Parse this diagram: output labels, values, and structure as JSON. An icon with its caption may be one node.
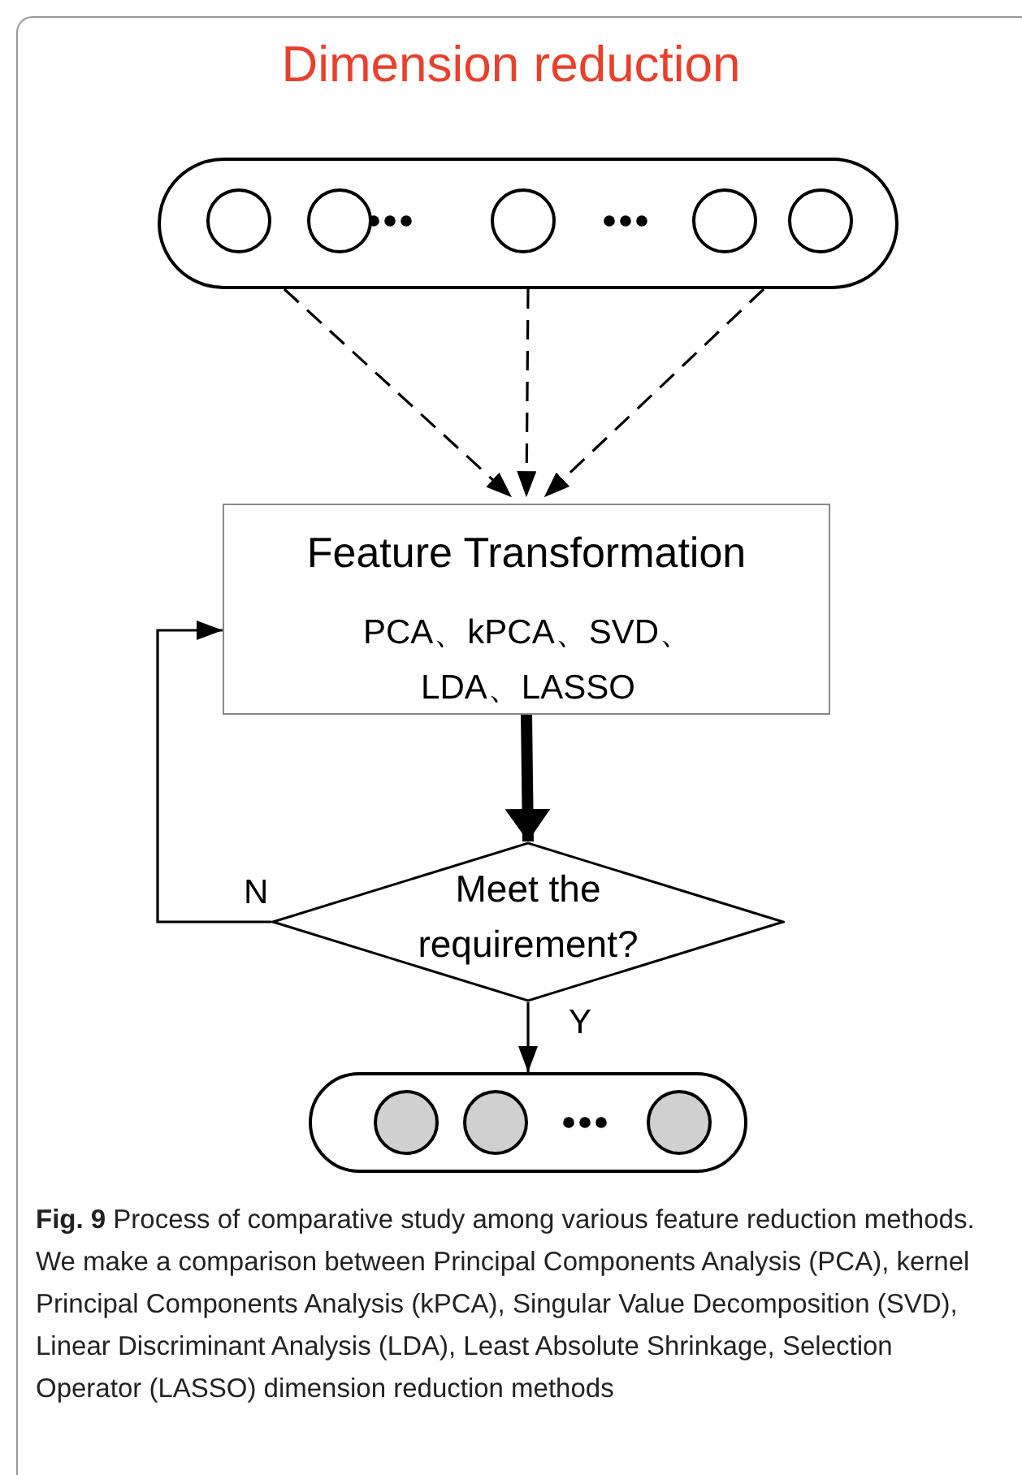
{
  "diagram": {
    "title": "Dimension reduction",
    "caption": "**Fig. 9** Process of comparative study among various feature reduction methods. We make a comparison between Principal Components Analysis (PCA), kernel Principal Components Analysis (kPCA), Singular Value Decomposition (SVD), Linear Discriminant Analysis (LDA), Least Absolute Shrinkage, Selection Operator (LASSO) dimension reduction methods",
    "nodes": [
      {
        "text": [],
        "shape": "box"
      },
      {
        "text": [],
        "shape": "circle",
        "in": 0
      },
      {
        "text": [],
        "shape": "circle",
        "in": 0
      },
      {
        "text": [],
        "shape": "circle",
        "in": 0
      },
      {
        "text": [],
        "shape": "circle",
        "in": 0
      },
      {
        "text": [],
        "shape": "circle",
        "in": 0
      },
      {
        "text": [
          "Feature Transformation",
          "PCA、kPCA、SVD、 LDA、LASSO"
        ]
      },
      {
        "text": [
          "Meet the requirement?"
        ]
      },
      {
        "text": [],
        "shape": "box"
      },
      {
        "text": [],
        "shape": "circle",
        "in": 8
      },
      {
        "text": [],
        "shape": "circle",
        "in": 8
      },
      {
        "text": [],
        "shape": "circle",
        "in": 8
      }
    ],
    "edges": [
      {
        "from": 0,
        "to": 6,
        "arrow": "to",
        "style": "dashed"
      },
      {
        "from": 0,
        "to": 6,
        "arrow": "to",
        "style": "dashed"
      },
      {
        "from": 0,
        "to": 6,
        "arrow": "to",
        "style": "dashed"
      },
      {
        "from": 6,
        "to": 7,
        "arrow": "to",
        "style": "thick"
      },
      {
        "from": 7,
        "to": 6,
        "arrow": "to",
        "label": "N"
      },
      {
        "from": 7,
        "to": 8,
        "arrow": "to",
        "label": "Y"
      }
    ]
  }
}
